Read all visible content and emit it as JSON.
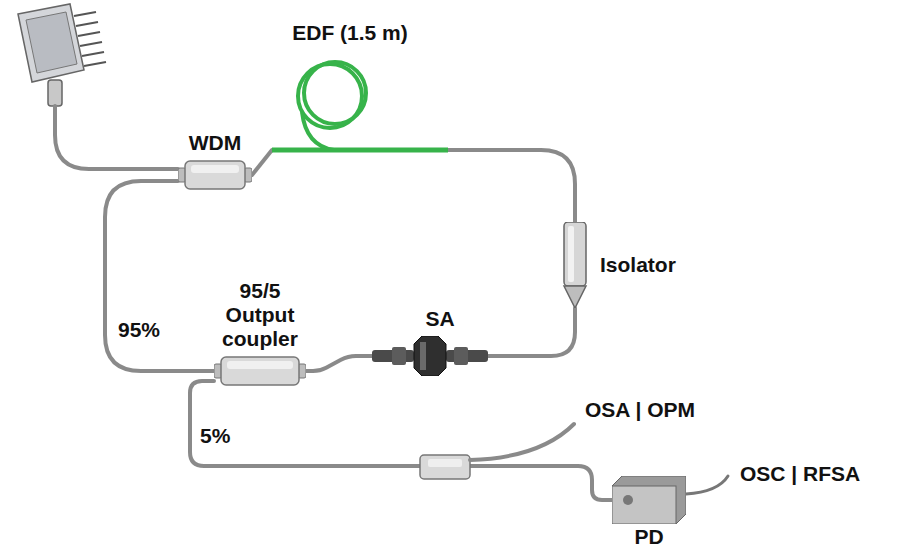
{
  "diagram": {
    "nodes": [
      {
        "text": [
          "WDM"
        ]
      },
      {
        "text": [
          "EDF (1.5 m)"
        ]
      },
      {
        "text": [
          "Isolator"
        ]
      },
      {
        "text": [
          "SA"
        ]
      },
      {
        "text": [
          "95/5 Output coupler"
        ]
      },
      {
        "text": [
          "PD"
        ]
      }
    ],
    "edges": [
      {
        "from": 0,
        "to": 1,
        "arrow": "none"
      },
      {
        "from": 1,
        "to": 2,
        "arrow": "none"
      },
      {
        "from": 2,
        "to": 3,
        "arrow": "none"
      },
      {
        "from": 3,
        "to": 4,
        "arrow": "none"
      },
      {
        "from": 4,
        "to": 0,
        "arrow": "none"
      },
      {
        "from": 4,
        "to": 5,
        "arrow": "none"
      }
    ],
    "labels": [
      "95%",
      "5%",
      "OSA | OPM",
      "OSC | RFSA"
    ]
  }
}
